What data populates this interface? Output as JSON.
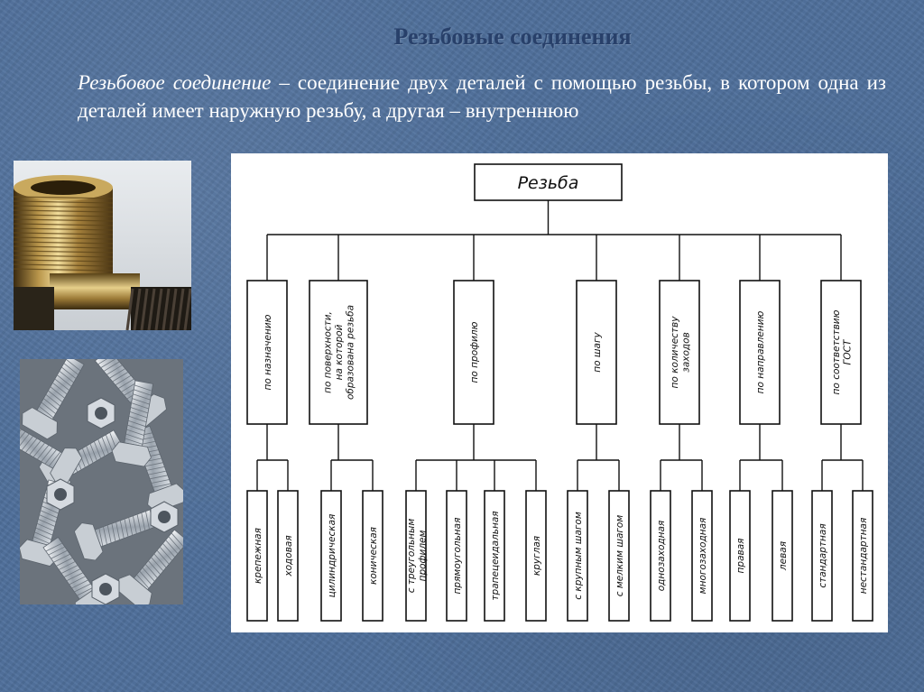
{
  "slide": {
    "title": "Резьбовые соединения",
    "definition_term": "Резьбовое соединение",
    "definition_rest": " – соединение двух деталей с помощью резьбы, в котором одна из деталей имеет наружную резьбу, а другая – внутреннюю"
  },
  "diagram": {
    "root": "Резьба",
    "categories": [
      {
        "lines": [
          "по назначению"
        ],
        "children": [
          [
            "крепежная"
          ],
          [
            "ходовая"
          ]
        ]
      },
      {
        "lines": [
          "по поверхности,",
          "на которой",
          "образована резьба"
        ],
        "children": [
          [
            "цилиндрическая"
          ],
          [
            "коническая"
          ]
        ]
      },
      {
        "lines": [
          "по профилю"
        ],
        "children": [
          [
            "с треугольным",
            "профилем"
          ],
          [
            "прямоугольная"
          ],
          [
            "трапецеидальная"
          ],
          [
            "круглая"
          ]
        ]
      },
      {
        "lines": [
          "по шагу"
        ],
        "children": [
          [
            "с крупным шагом"
          ],
          [
            "с мелким шагом"
          ]
        ]
      },
      {
        "lines": [
          "по количеству",
          "заходов"
        ],
        "children": [
          [
            "однозаходная"
          ],
          [
            "многозаходная"
          ]
        ]
      },
      {
        "lines": [
          "по направлению"
        ],
        "children": [
          [
            "правая"
          ],
          [
            "левая"
          ]
        ]
      },
      {
        "lines": [
          "по соответствию",
          "ГОСТ"
        ],
        "children": [
          [
            "стандартная"
          ],
          [
            "нестандартная"
          ]
        ]
      }
    ]
  }
}
